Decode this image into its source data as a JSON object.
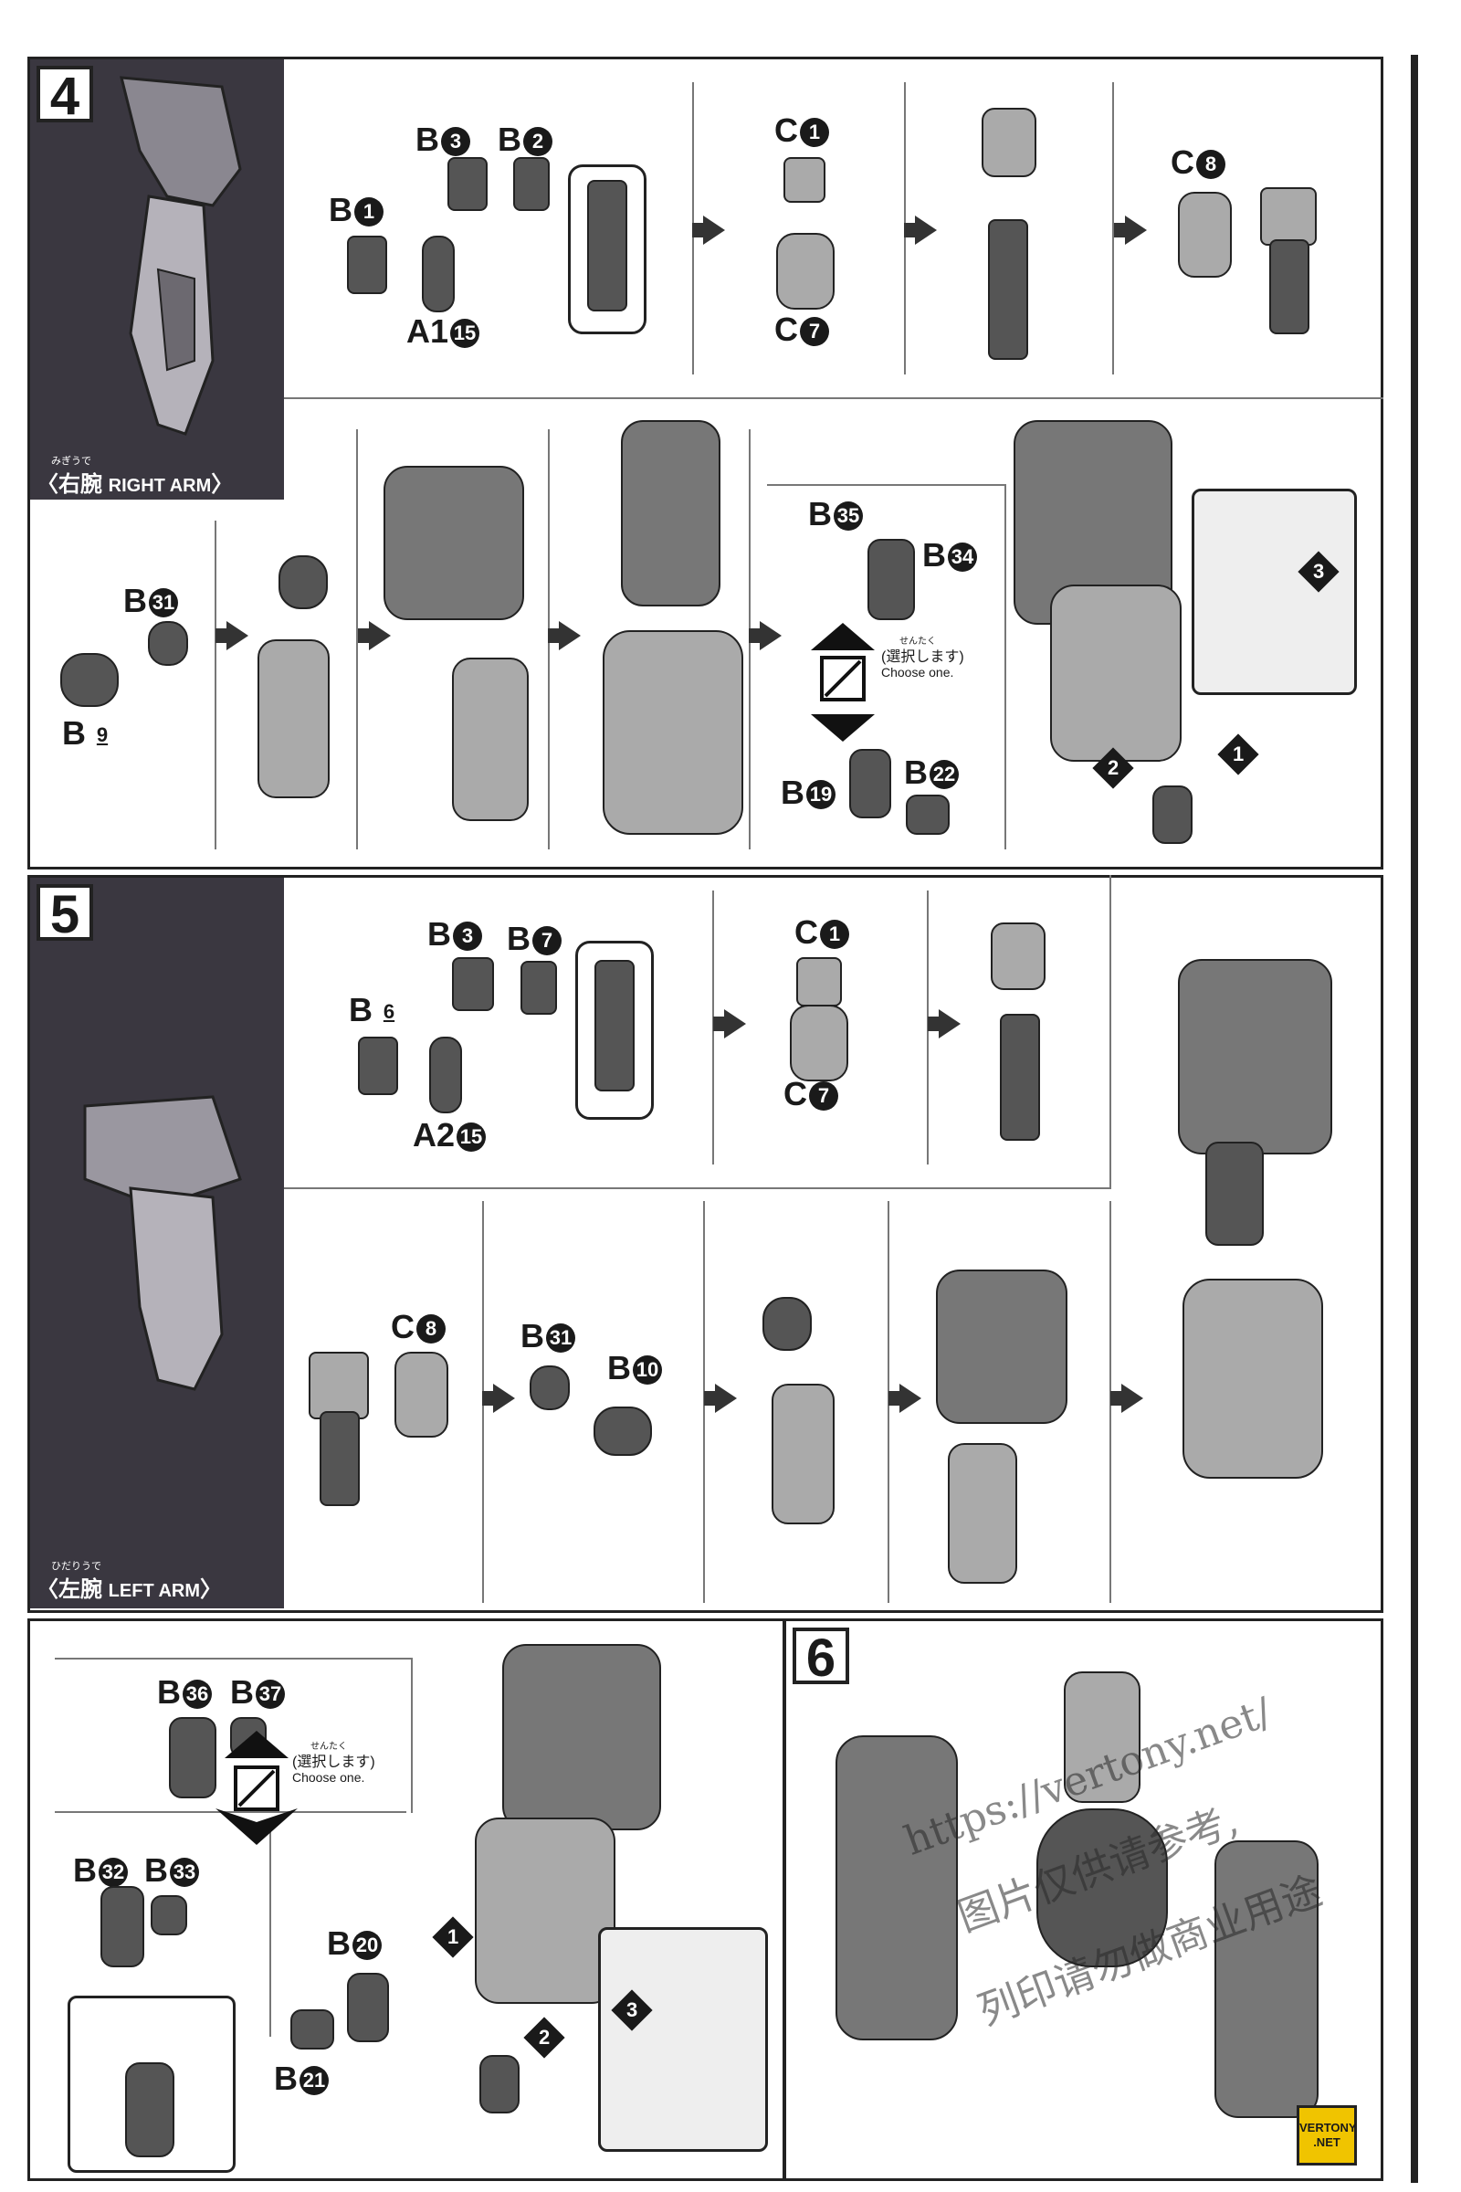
{
  "steps": [
    {
      "number": "4",
      "label_jp": "右腕",
      "label_ruby": "みぎうで",
      "label_en": "RIGHT ARM"
    },
    {
      "number": "5",
      "label_jp": "左腕",
      "label_ruby": "ひだりうで",
      "label_en": "LEFT ARM"
    },
    {
      "number": "6"
    }
  ],
  "choose": {
    "ruby": "せんたく",
    "jp": "(選択します)",
    "en": "Choose one."
  },
  "step4_row1": {
    "b3": "B",
    "b3n": "3",
    "b2": "B",
    "b2n": "2",
    "b1": "B",
    "b1n": "1",
    "a1": "A1",
    "a1n": "15",
    "c1": "C",
    "c1n": "1",
    "c7": "C",
    "c7n": "7",
    "c8": "C",
    "c8n": "8"
  },
  "step4_row2": {
    "b31": "B",
    "b31n": "31",
    "b9": "B",
    "b9n": "9",
    "b35": "B",
    "b35n": "35",
    "b34": "B",
    "b34n": "34",
    "b19": "B",
    "b19n": "19",
    "b22": "B",
    "b22n": "22",
    "s1": "1",
    "s2": "2",
    "s3": "3"
  },
  "step5_row1": {
    "b3": "B",
    "b3n": "3",
    "b7": "B",
    "b7n": "7",
    "b6": "B",
    "b6n": "6",
    "a2": "A2",
    "a2n": "15",
    "c1": "C",
    "c1n": "1",
    "c7": "C",
    "c7n": "7"
  },
  "step5_row2": {
    "c8": "C",
    "c8n": "8",
    "b31": "B",
    "b31n": "31",
    "b10": "B",
    "b10n": "10"
  },
  "step5_row3": {
    "b36": "B",
    "b36n": "36",
    "b37": "B",
    "b37n": "37",
    "b32": "B",
    "b32n": "32",
    "b33": "B",
    "b33n": "33",
    "b20": "B",
    "b20n": "20",
    "b21": "B",
    "b21n": "21",
    "s1": "1",
    "s2": "2",
    "s3": "3"
  },
  "watermark": {
    "line1": "https://vertony.net/",
    "line2": "图片仅供请参考,",
    "line3": "列印请勿做商业用途"
  },
  "logo": {
    "line1": "VERTONY",
    "line2": ".NET"
  }
}
